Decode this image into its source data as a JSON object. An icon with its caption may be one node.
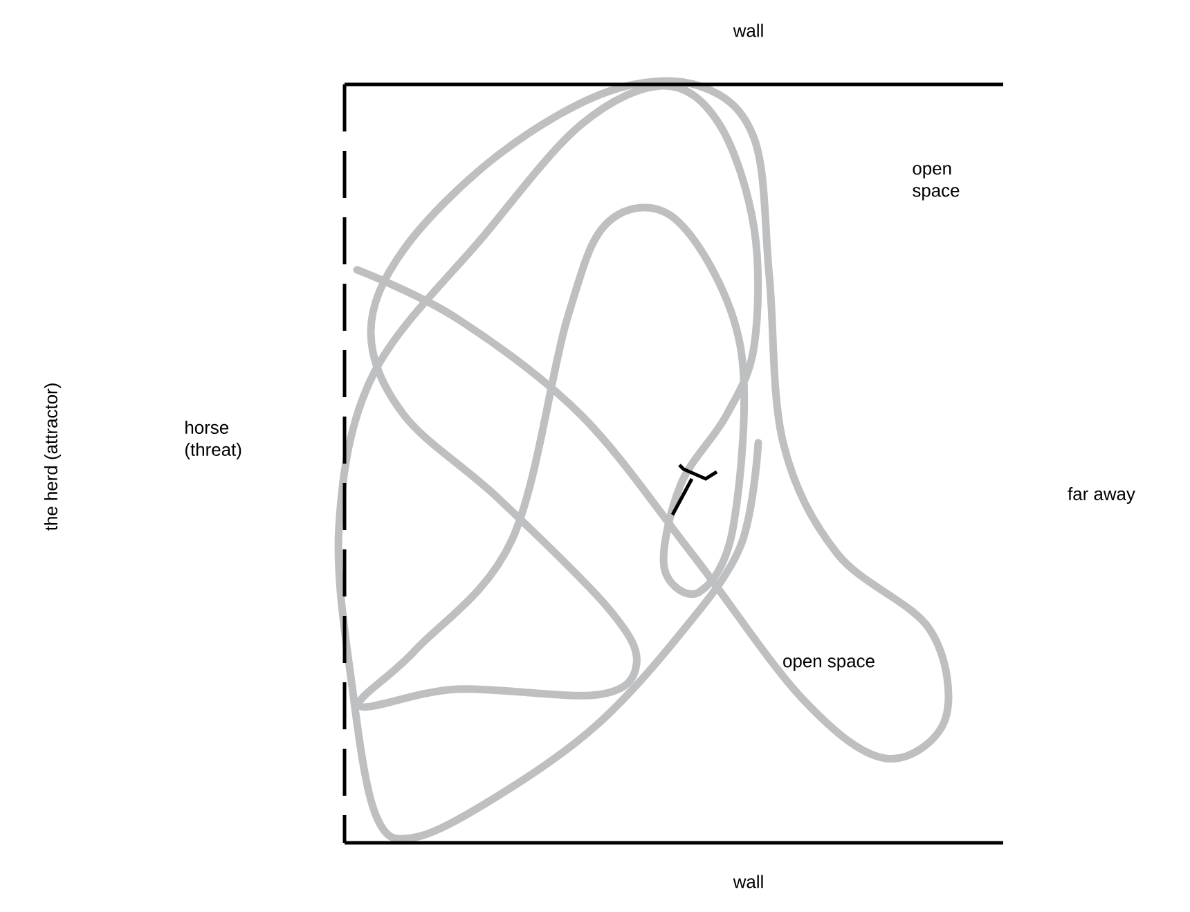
{
  "diagram": {
    "labels": [
      "wall",
      "open space",
      "the herd (attractor)",
      "horse (threat)",
      "far away",
      "open space",
      "wall"
    ]
  }
}
